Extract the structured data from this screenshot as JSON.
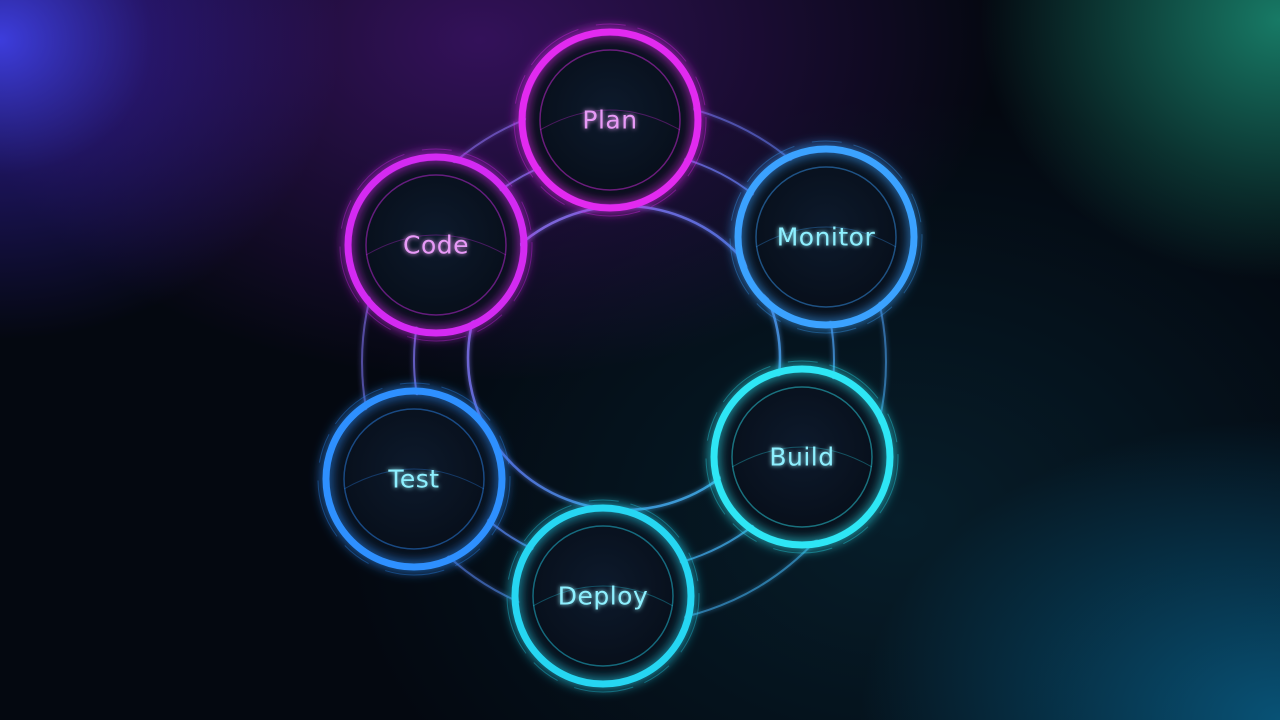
{
  "nodes": [
    {
      "id": "plan",
      "label": "Plan",
      "color": "#e22cf0"
    },
    {
      "id": "monitor",
      "label": "Monitor",
      "color": "#3aa2ff"
    },
    {
      "id": "build",
      "label": "Build",
      "color": "#2ee6f5"
    },
    {
      "id": "deploy",
      "label": "Deploy",
      "color": "#25d6f2"
    },
    {
      "id": "test",
      "label": "Test",
      "color": "#2f90ff"
    },
    {
      "id": "code",
      "label": "Code",
      "color": "#d42cf2"
    }
  ],
  "colors": {
    "ring": "#5b7cf0",
    "label_magenta": "#e89af7",
    "label_cyan": "#8ef0ff",
    "background": "#040810"
  }
}
